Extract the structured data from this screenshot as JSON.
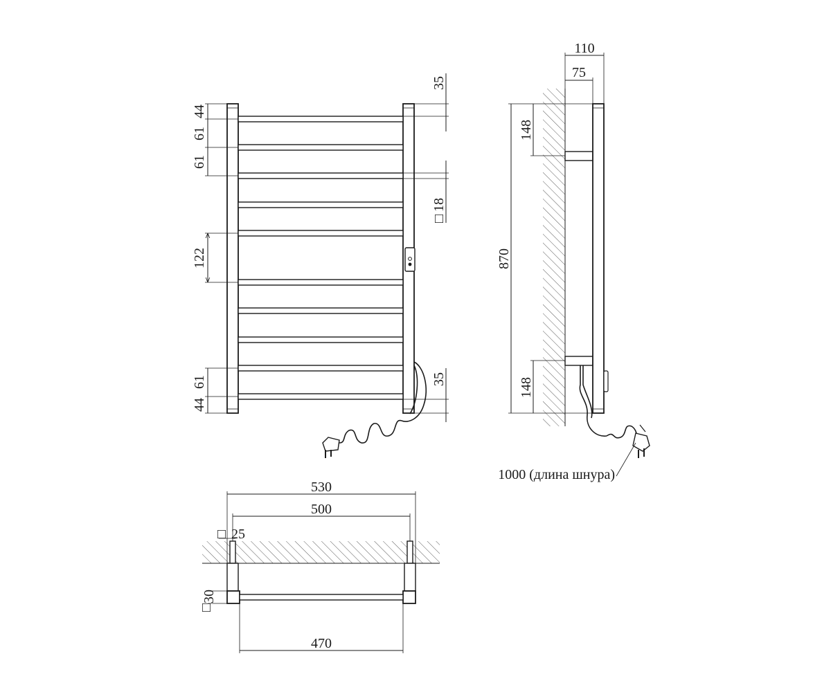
{
  "front_view": {
    "dims_left": [
      "44",
      "61",
      "61",
      "122",
      "61",
      "44"
    ],
    "dims_right": [
      "35",
      "18",
      "35"
    ],
    "square_symbol": "□"
  },
  "side_view": {
    "dims_top": [
      "110",
      "75"
    ],
    "dims_left": [
      "148",
      "870",
      "148"
    ],
    "cord_label": "1000 (длина шнура)"
  },
  "top_view": {
    "dims": [
      "530",
      "500",
      "470",
      "25",
      "30"
    ],
    "square_symbol": "□"
  }
}
